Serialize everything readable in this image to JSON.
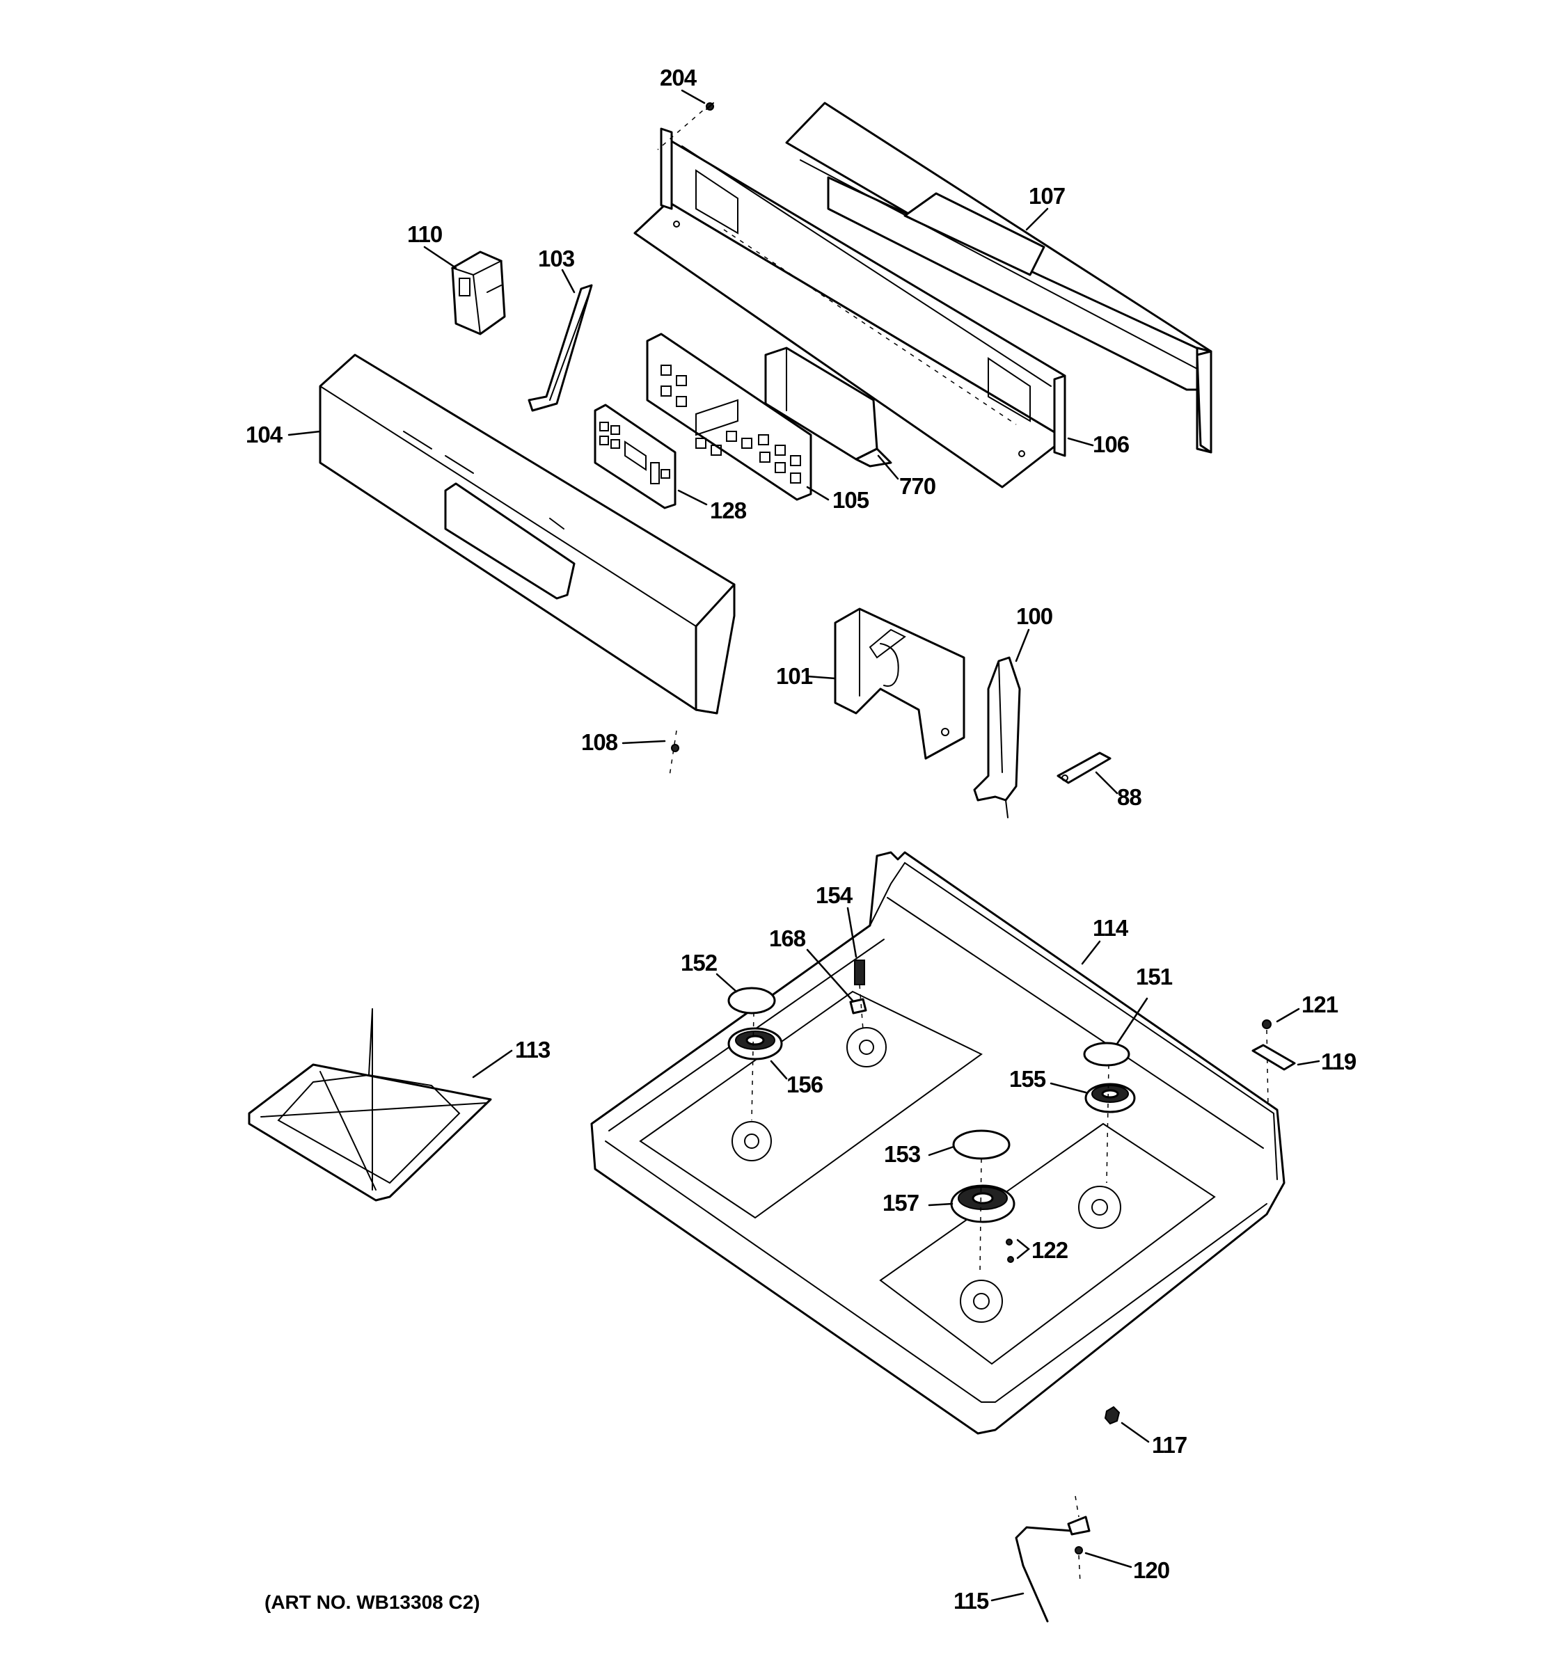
{
  "art_number": "(ART NO. WB13308 C2)",
  "parts": [
    {
      "id": "204",
      "label": "204"
    },
    {
      "id": "107",
      "label": "107"
    },
    {
      "id": "110",
      "label": "110"
    },
    {
      "id": "103",
      "label": "103"
    },
    {
      "id": "104",
      "label": "104"
    },
    {
      "id": "106",
      "label": "106"
    },
    {
      "id": "128",
      "label": "128"
    },
    {
      "id": "105",
      "label": "105"
    },
    {
      "id": "770",
      "label": "770"
    },
    {
      "id": "100",
      "label": "100"
    },
    {
      "id": "101",
      "label": "101"
    },
    {
      "id": "108",
      "label": "108"
    },
    {
      "id": "88",
      "label": "88"
    },
    {
      "id": "154",
      "label": "154"
    },
    {
      "id": "168",
      "label": "168"
    },
    {
      "id": "114",
      "label": "114"
    },
    {
      "id": "152",
      "label": "152"
    },
    {
      "id": "151",
      "label": "151"
    },
    {
      "id": "121",
      "label": "121"
    },
    {
      "id": "113",
      "label": "113"
    },
    {
      "id": "156",
      "label": "156"
    },
    {
      "id": "119",
      "label": "119"
    },
    {
      "id": "155",
      "label": "155"
    },
    {
      "id": "153",
      "label": "153"
    },
    {
      "id": "157",
      "label": "157"
    },
    {
      "id": "122",
      "label": "122"
    },
    {
      "id": "117",
      "label": "117"
    },
    {
      "id": "120",
      "label": "120"
    },
    {
      "id": "115",
      "label": "115"
    }
  ]
}
